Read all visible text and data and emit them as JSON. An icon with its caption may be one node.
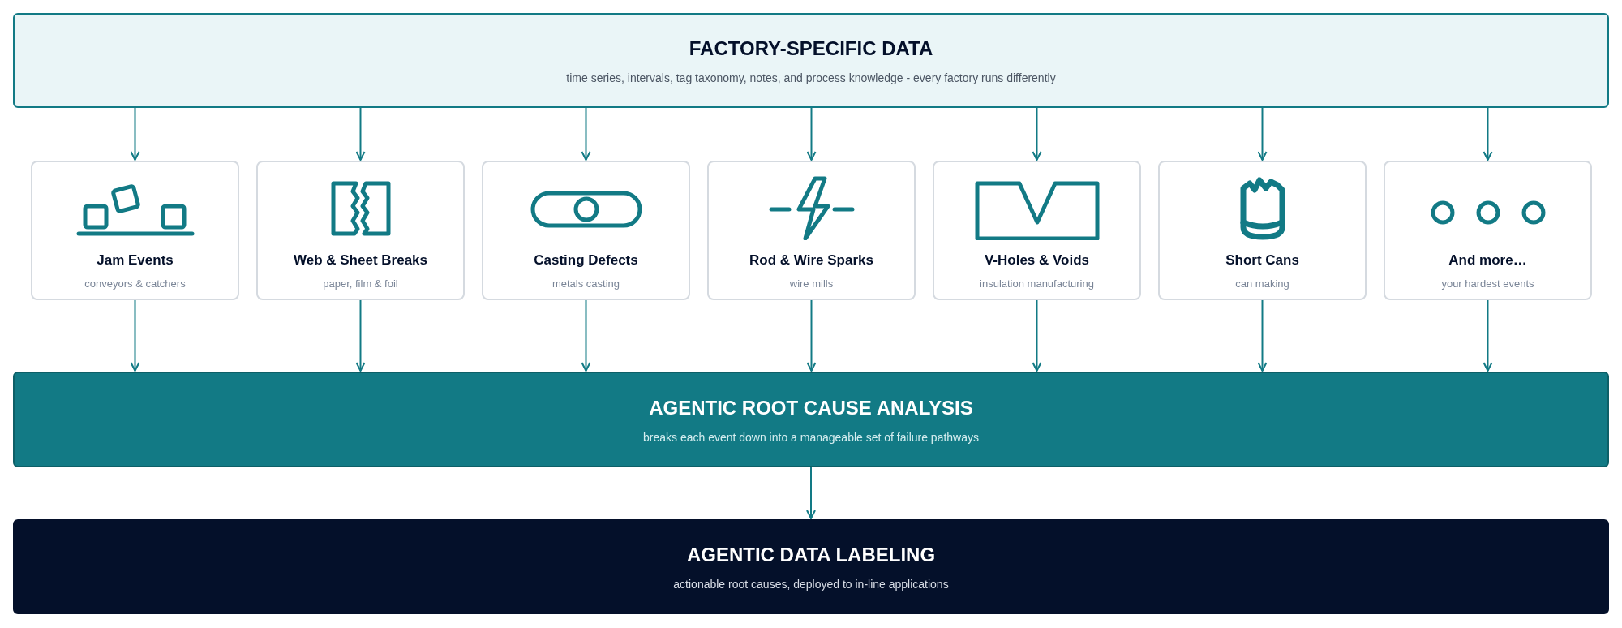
{
  "diagram": {
    "nodes": [
      {
        "text": [
          "FACTORY-SPECIFIC DATA",
          "time series, intervals, tag taxonomy, notes, and process knowledge - every factory runs differently"
        ]
      },
      {
        "text": [
          "Jam Events",
          "conveyors & catchers"
        ]
      },
      {
        "text": [
          "Web & Sheet Breaks",
          "paper, film & foil"
        ]
      },
      {
        "text": [
          "Casting Defects",
          "metals casting"
        ]
      },
      {
        "text": [
          "Rod & Wire Sparks",
          "wire mills"
        ]
      },
      {
        "text": [
          "V-Holes & Voids",
          "insulation manufacturing"
        ]
      },
      {
        "text": [
          "Short Cans",
          "can making"
        ]
      },
      {
        "text": [
          "And more…",
          "your hardest events"
        ]
      },
      {
        "text": [
          "AGENTIC ROOT CAUSE ANALYSIS",
          "breaks each event down into a manageable set of failure pathways"
        ]
      },
      {
        "text": [
          "AGENTIC DATA LABELING",
          "actionable root causes, deployed to in-line applications"
        ]
      }
    ],
    "edges": [
      {
        "from": 0,
        "to": 1,
        "arrow": "to"
      },
      {
        "from": 0,
        "to": 2,
        "arrow": "to"
      },
      {
        "from": 0,
        "to": 3,
        "arrow": "to"
      },
      {
        "from": 0,
        "to": 4,
        "arrow": "to"
      },
      {
        "from": 0,
        "to": 5,
        "arrow": "to"
      },
      {
        "from": 0,
        "to": 6,
        "arrow": "to"
      },
      {
        "from": 0,
        "to": 7,
        "arrow": "to"
      },
      {
        "from": 1,
        "to": 8,
        "arrow": "to"
      },
      {
        "from": 2,
        "to": 8,
        "arrow": "to"
      },
      {
        "from": 3,
        "to": 8,
        "arrow": "to"
      },
      {
        "from": 4,
        "to": 8,
        "arrow": "to"
      },
      {
        "from": 5,
        "to": 8,
        "arrow": "to"
      },
      {
        "from": 6,
        "to": 8,
        "arrow": "to"
      },
      {
        "from": 7,
        "to": 8,
        "arrow": "to"
      },
      {
        "from": 8,
        "to": 9,
        "arrow": "to"
      }
    ]
  }
}
